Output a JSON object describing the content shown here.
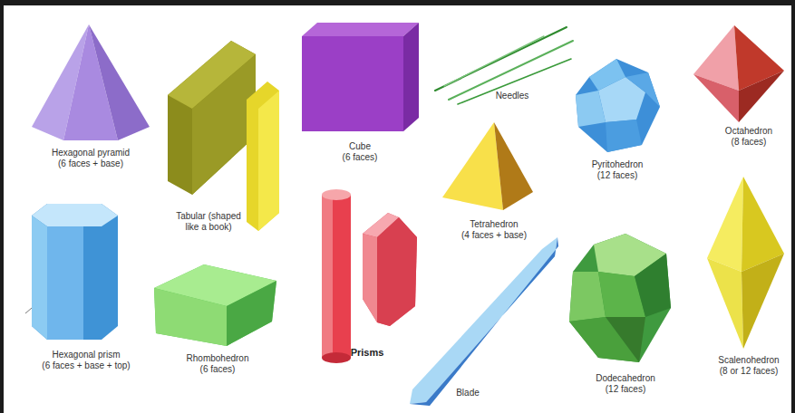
{
  "diagram": {
    "labels": [
      "Hexagonal pyramid",
      "(6 faces + base)",
      "Tabular (shaped like a book)",
      "Cube",
      "(6 faces)",
      "Needles",
      "Pyritohedron",
      "(12 faces)",
      "Octahedron",
      "(8 faces)",
      "Tetrahedron",
      "(4 faces + base)",
      "Hexagonal prism",
      "(6 faces + base + top)",
      "Rhombohedron",
      "(6 faces)",
      "Prisms",
      "Blade",
      "Dodecahedron",
      "(12 faces)",
      "Scalenohedron",
      "(8 or 12 faces)"
    ]
  }
}
